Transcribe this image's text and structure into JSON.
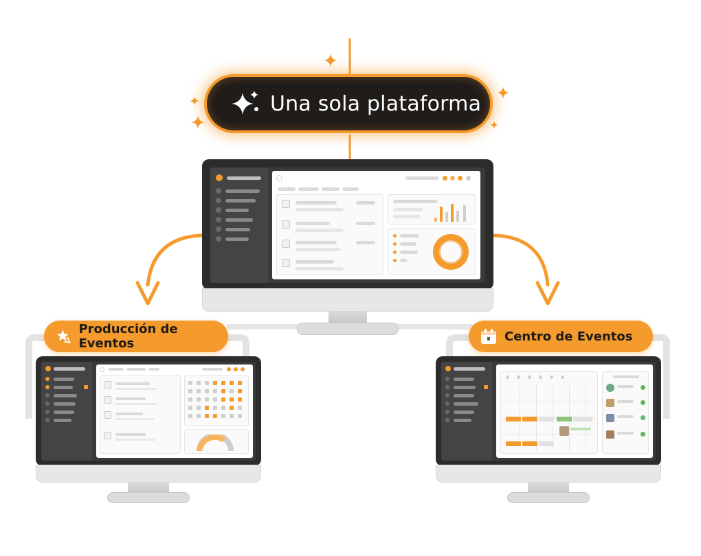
{
  "top": {
    "label": "Una sola plataforma"
  },
  "left": {
    "label": "Producción de Eventos"
  },
  "right": {
    "label": "Centro de Eventos"
  },
  "colors": {
    "accent": "#f59a2c",
    "dark": "#1f1c1a",
    "bezel": "#2c2c2c"
  },
  "icons": {
    "top": "sparkles-icon",
    "left": "star-production-icon",
    "right": "calendar-icon"
  }
}
